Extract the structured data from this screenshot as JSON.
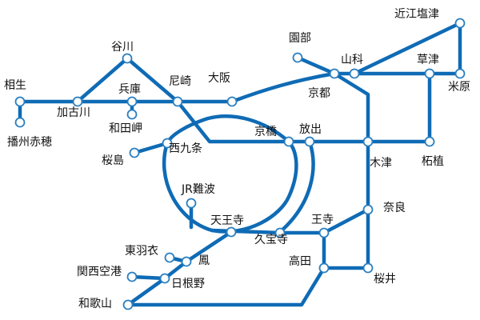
{
  "colors": {
    "line": "#0f6bb5",
    "station_stroke": "#2a7fc0",
    "station_fill": "#ffffff",
    "label": "#111111"
  },
  "stations": {
    "aioi": "相生",
    "banshu_ako": "播州赤穂",
    "kakogawa": "加古川",
    "tanigawa": "谷川",
    "hyogo": "兵庫",
    "wadamisaki": "和田岬",
    "amagasaki": "尼崎",
    "osaka": "大阪",
    "sakurajima": "桜島",
    "nishikujo": "西九条",
    "kyobashi": "京橋",
    "hanaten": "放出",
    "jr_namba": "JR難波",
    "tennoji": "天王寺",
    "kyuhoji": "久宝寺",
    "oji": "王寺",
    "takada": "高田",
    "higashi_hagoromo": "東羽衣",
    "otori": "鳳",
    "kansai_airport": "関西空港",
    "hineno": "日根野",
    "wakayama": "和歌山",
    "sonobe": "園部",
    "kyoto": "京都",
    "yamashina": "山科",
    "omi_shiotsu": "近江塩津",
    "kusatsu": "草津",
    "maibara": "米原",
    "tsuge": "柘植",
    "kizu": "木津",
    "nara": "奈良",
    "sakurai": "桜井"
  }
}
